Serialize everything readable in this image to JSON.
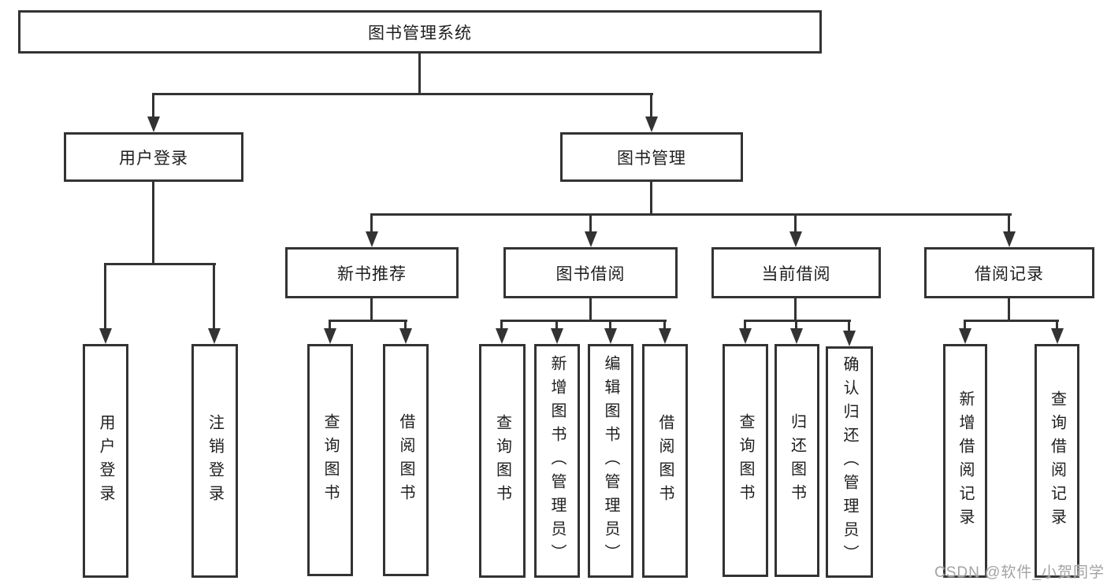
{
  "diagram": {
    "title": "图书管理系统",
    "nodes": {
      "root": "图书管理系统",
      "user_login": "用户登录",
      "book_mgmt": "图书管理",
      "new_book_rec": "新书推荐",
      "book_borrow": "图书借阅",
      "current_borrow": "当前借阅",
      "borrow_records": "借阅记录",
      "ul_login": "用户登录",
      "ul_logout": "注销登录",
      "nbr_query": "查询图书",
      "nbr_borrow": "借阅图书",
      "bb_query": "查询图书",
      "bb_add": "新增图书（管理员）",
      "bb_edit": "编辑图书（管理员）",
      "bb_borrow": "借阅图书",
      "cb_query": "查询图书",
      "cb_return": "归还图书",
      "cb_confirm": "确认归还（管理员）",
      "br_add": "新增借阅记录",
      "br_query": "查询借阅记录"
    },
    "hierarchy": [
      {
        "parent": "图书管理系统",
        "children": [
          "用户登录",
          "图书管理"
        ]
      },
      {
        "parent": "用户登录",
        "children": [
          "用户登录",
          "注销登录"
        ]
      },
      {
        "parent": "图书管理",
        "children": [
          "新书推荐",
          "图书借阅",
          "当前借阅",
          "借阅记录"
        ]
      },
      {
        "parent": "新书推荐",
        "children": [
          "查询图书",
          "借阅图书"
        ]
      },
      {
        "parent": "图书借阅",
        "children": [
          "查询图书",
          "新增图书（管理员）",
          "编辑图书（管理员）",
          "借阅图书"
        ]
      },
      {
        "parent": "当前借阅",
        "children": [
          "查询图书",
          "归还图书",
          "确认归还（管理员）"
        ]
      },
      {
        "parent": "借阅记录",
        "children": [
          "新增借阅记录",
          "查询借阅记录"
        ]
      }
    ]
  },
  "watermark": {
    "text": "CSDN @软件_小贺同学",
    "color": "#a3a3a3"
  },
  "colors": {
    "line": "#333333",
    "box_background": "#ffffff",
    "text": "#1e1e1e",
    "page_background": "#ffffff"
  }
}
